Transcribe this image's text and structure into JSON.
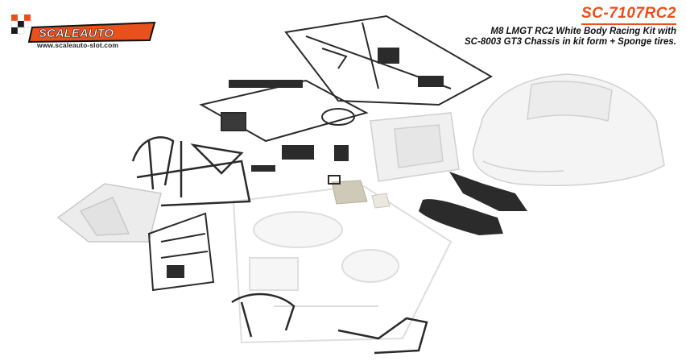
{
  "brand": {
    "logo_text": "SCALEAUTO",
    "website": "www.scaleauto-slot.com"
  },
  "product": {
    "code": "SC-7107RC2",
    "description_line1": "M8 LMGT RC2 White Body Racing Kit with",
    "description_line2": "SC-8003 GT3 Chassis in kit form + Sponge tires."
  },
  "colors": {
    "brand_accent": "#e8501c",
    "part_dark": "#2b2b2b",
    "part_white": "#f2f2f2",
    "part_clear": "#dcdcdc",
    "part_beige": "#cfcab8"
  },
  "image_content": {
    "subject": "kit-parts-layout"
  }
}
